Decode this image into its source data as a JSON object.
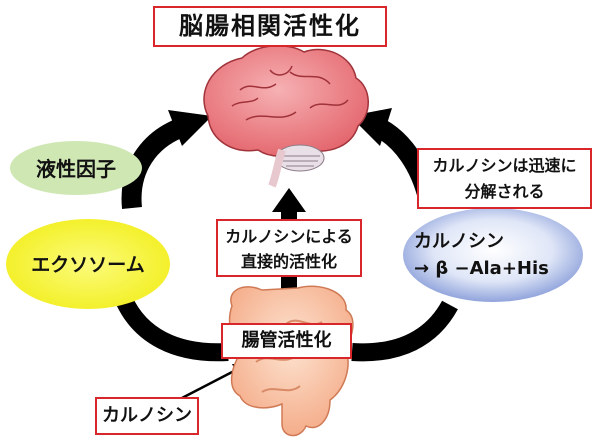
{
  "title": "脳腸相関活性化",
  "nodes": {
    "humoral": "液性因子",
    "exosome": "エクソソーム",
    "gut_activation": "腸管活性化",
    "carnosine_input": "カルノシン",
    "direct_activation": [
      "カルノシンによる",
      "直接的活性化"
    ],
    "rapid_degradation": [
      "カルノシンは迅速に",
      "分解される"
    ],
    "breakdown": [
      "カルノシン",
      "→ β −Ala+His"
    ]
  },
  "colors": {
    "accent_red": "#d9262b",
    "humoral_green": "#cfe7b3",
    "exosome_yellow": "#f7f32a",
    "breakdown_blue": "#7f95d6",
    "arrow": "#000000"
  },
  "icons": [
    "brain-illustration",
    "intestine-illustration"
  ]
}
